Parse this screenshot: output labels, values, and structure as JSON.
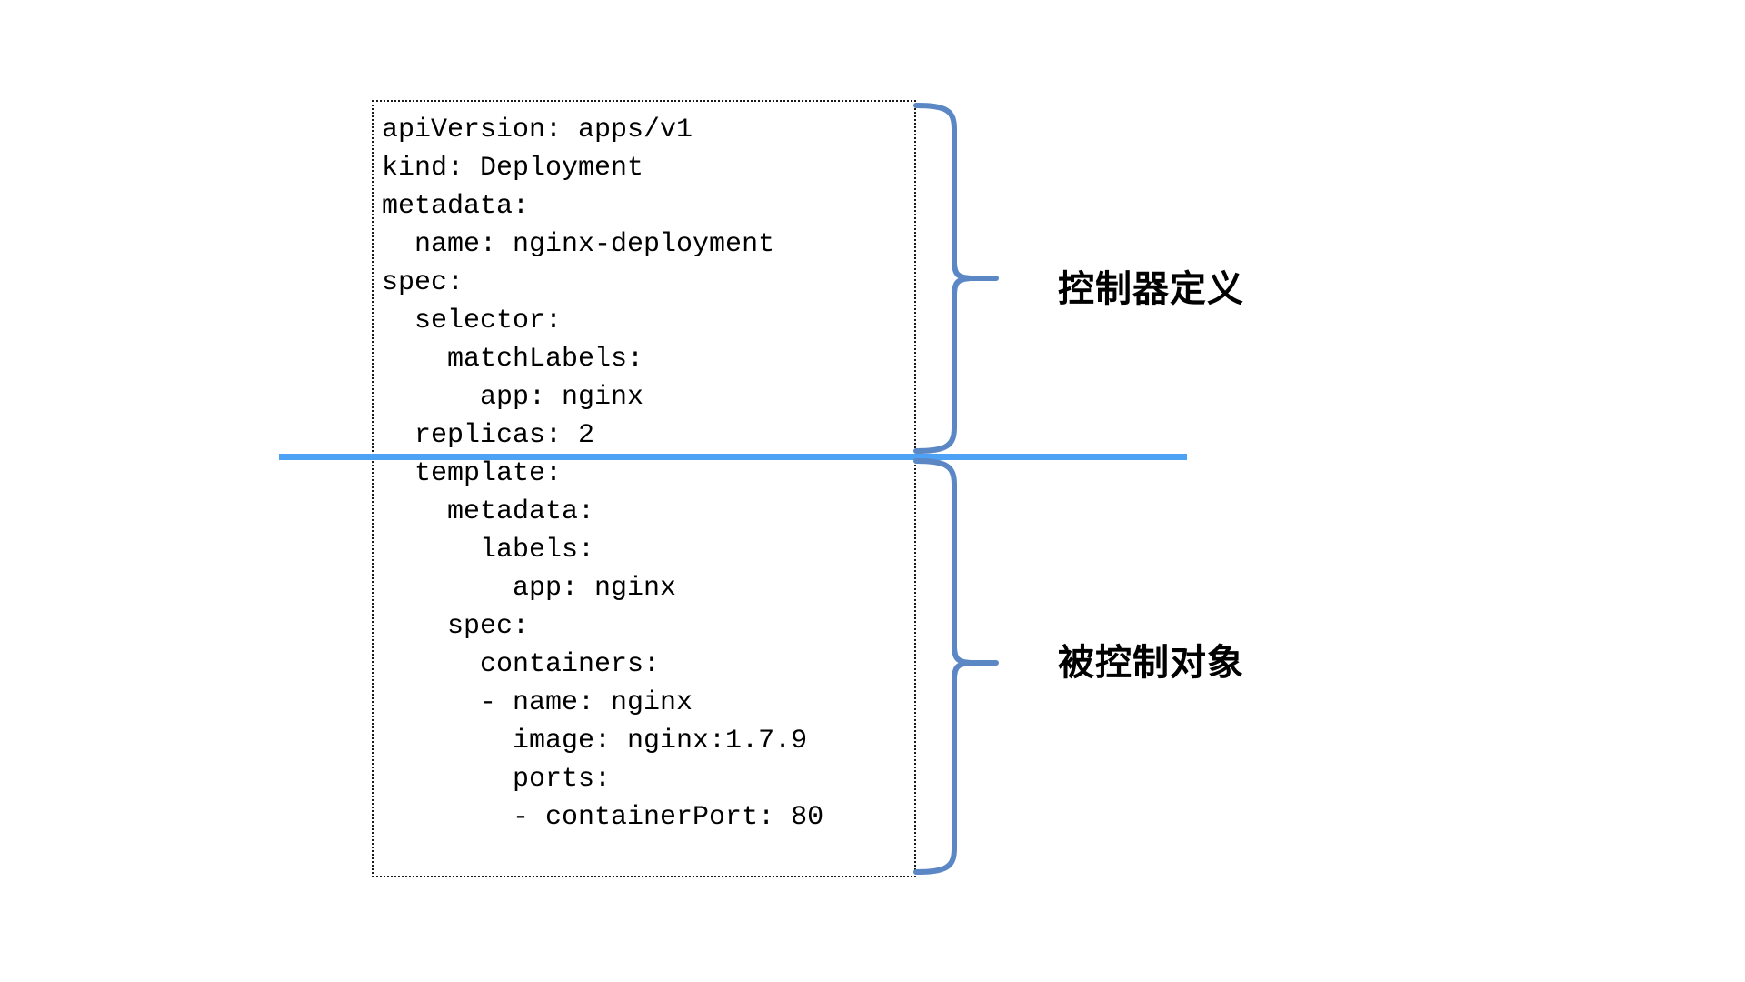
{
  "diagram": {
    "title": "Kubernetes Deployment YAML annotated diagram",
    "background_color": "#ffffff",
    "code_block": {
      "language": "yaml",
      "border_style": "dotted",
      "border_color": "#1a1a1a",
      "text_color": "#000000",
      "lines": [
        "apiVersion: apps/v1",
        "kind: Deployment",
        "metadata:",
        "  name: nginx-deployment",
        "spec:",
        "  selector:",
        "    matchLabels:",
        "      app: nginx",
        "  replicas: 2",
        "  template:",
        "    metadata:",
        "      labels:",
        "        app: nginx",
        "    spec:",
        "      containers:",
        "      - name: nginx",
        "        image: nginx:1.7.9",
        "        ports:",
        "        - containerPort: 80"
      ],
      "full_text": "apiVersion: apps/v1\nkind: Deployment\nmetadata:\n  name: nginx-deployment\nspec:\n  selector:\n    matchLabels:\n      app: nginx\n  replicas: 2\n  template:\n    metadata:\n      labels:\n        app: nginx\n    spec:\n      containers:\n      - name: nginx\n        image: nginx:1.7.9\n        ports:\n        - containerPort: 80"
    },
    "divider": {
      "name": "section-divider",
      "color": "#4da2f5",
      "orientation": "horizontal"
    },
    "annotations": [
      {
        "id": "controller-definition",
        "label": "控制器定义",
        "brace_color": "#5b87c5",
        "covers_lines": "apiVersion: apps/v1 .. replicas: 2"
      },
      {
        "id": "controlled-object",
        "label": "被控制对象",
        "brace_color": "#5b87c5",
        "covers_lines": "template: .. - containerPort: 80"
      }
    ],
    "colors": {
      "brace_blue": "#5b87c5",
      "divider_blue": "#4da2f5",
      "text_black": "#000000",
      "page_white": "#ffffff"
    }
  }
}
